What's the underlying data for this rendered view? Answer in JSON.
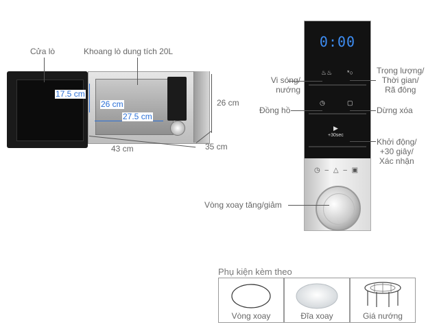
{
  "microwave": {
    "door_label": "Cửa lò",
    "cavity_label": "Khoang lò dung tích 20L",
    "inner_height": "17.5 cm",
    "inner_depth": "26 cm",
    "inner_width": "27.5 cm",
    "outer_width": "43 cm",
    "outer_height": "26 cm",
    "outer_depth": "35 cm"
  },
  "panel": {
    "display": "0:00",
    "left_labels": {
      "microwave_grill": "Vi sóng/\nnướng",
      "clock": "Đồng hồ",
      "dial": "Vòng xoay tăng/giảm"
    },
    "right_labels": {
      "weight_time_defrost": "Trọng lượng/\nThời gian/\nRã đông",
      "stop_clear": "Dừng xóa",
      "start": "Khởi động/\n+30 giây/\nXác nhận"
    },
    "start_sub": "+30sec"
  },
  "accessories": {
    "title": "Phụ kiện kèm theo",
    "items": [
      {
        "label": "Vòng xoay"
      },
      {
        "label": "Đĩa xoay"
      },
      {
        "label": "Giá nướng"
      }
    ]
  }
}
